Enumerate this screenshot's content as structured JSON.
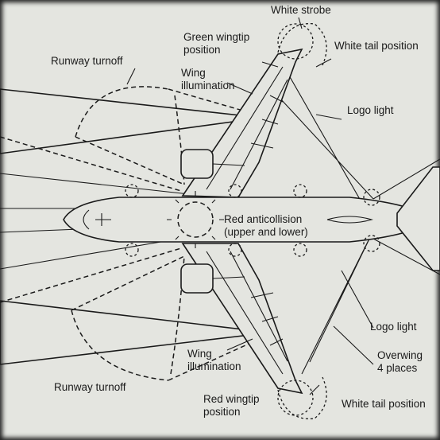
{
  "labels": {
    "white_strobe": "White strobe",
    "green_wingtip": "Green wingtip\nposition",
    "white_tail_top": "White tail position",
    "runway_turnoff_top": "Runway turnoff",
    "wing_illum_top": "Wing\nillumination",
    "logo_light_top": "Logo light",
    "red_anticollision": "Red anticollision\n(upper and lower)",
    "logo_light_bottom": "Logo light",
    "overwing": "Overwing\n4 places",
    "wing_illum_bottom": "Wing\nillumination",
    "runway_turnoff_bottom": "Runway turnoff",
    "red_wingtip": "Red wingtip\nposition",
    "white_tail_bottom": "White tail position"
  }
}
